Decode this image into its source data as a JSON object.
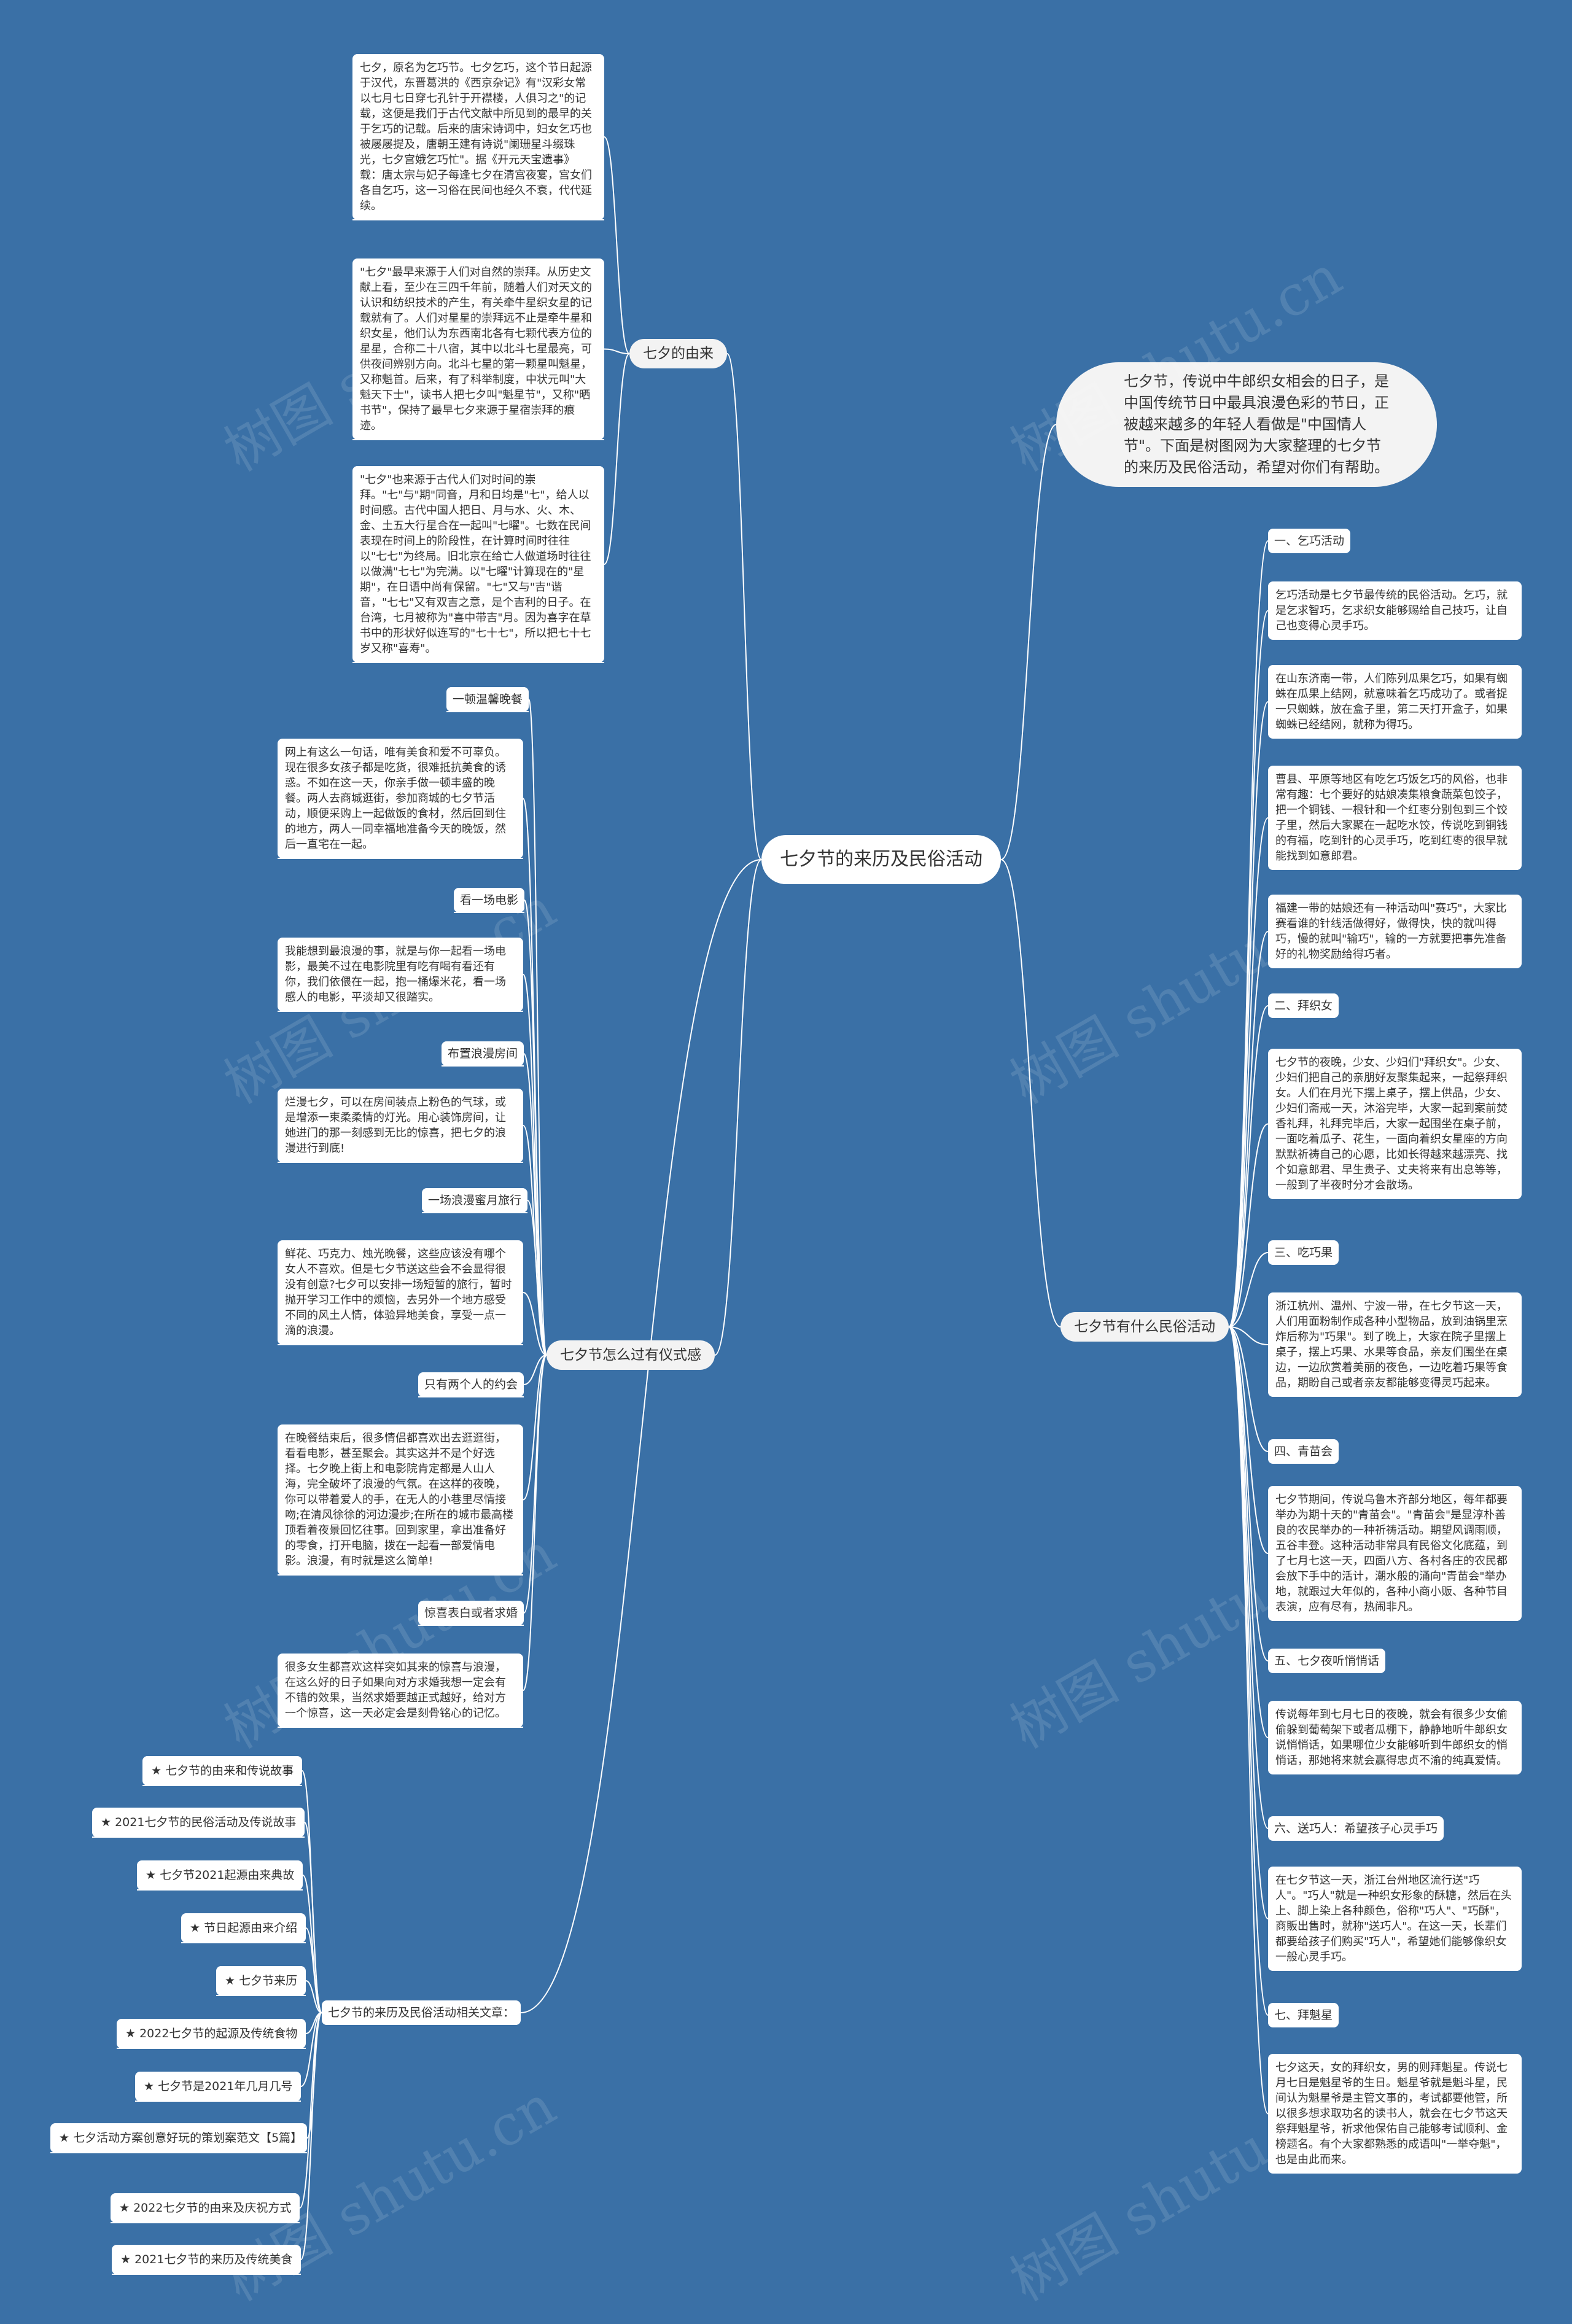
{
  "root": "七夕节的来历及民俗活动",
  "intro": "七夕节，传说中牛郎织女相会的日子，是中国传统节日中最具浪漫色彩的节日，正被越来越多的年轻人看做是\"中国情人节\"。下面是树图网为大家整理的七夕节的来历及民俗活动，希望对你们有帮助。",
  "branches": {
    "origin": {
      "title": "七夕的由来",
      "texts": [
        "七夕，原名为乞巧节。七夕乞巧，这个节日起源于汉代，东晋葛洪的《西京杂记》有\"汉彩女常以七月七日穿七孔针于开襟楼，人俱习之\"的记载，这便是我们于古代文献中所见到的最早的关于乞巧的记载。后来的唐宋诗词中，妇女乞巧也被屡屡提及，唐朝王建有诗说\"阑珊星斗缀珠光，七夕宫娥乞巧忙\"。据《开元天宝遗事》载：唐太宗与妃子每逢七夕在清宫夜宴，宫女们各自乞巧，这一习俗在民间也经久不衰，代代延续。",
        "\"七夕\"最早来源于人们对自然的崇拜。从历史文献上看，至少在三四千年前，随着人们对天文的认识和纺织技术的产生，有关牵牛星织女星的记载就有了。人们对星星的崇拜远不止是牵牛星和织女星，他们认为东西南北各有七颗代表方位的星星，合称二十八宿，其中以北斗七星最亮，可供夜间辨别方向。北斗七星的第一颗星叫魁星，又称魁首。后来，有了科举制度，中状元叫\"大魁天下士\"，读书人把七夕叫\"魁星节\"，又称\"晒书节\"，保持了最早七夕来源于星宿崇拜的痕迹。",
        "\"七夕\"也来源于古代人们对时间的崇拜。\"七\"与\"期\"同音，月和日均是\"七\"，给人以时间感。古代中国人把日、月与水、火、木、金、土五大行星合在一起叫\"七曜\"。七数在民间表现在时间上的阶段性，在计算时间时往往以\"七七\"为终局。旧北京在给亡人做道场时往往以做满\"七七\"为完满。以\"七曜\"计算现在的\"星期\"，在日语中尚有保留。\"七\"又与\"吉\"谐音，\"七七\"又有双吉之意，是个吉利的日子。在台湾，七月被称为\"喜中带吉\"月。因为喜字在草书中的形状好似连写的\"七十七\"，所以把七十七岁又称\"喜寿\"。"
      ]
    },
    "ritual": {
      "title": "七夕节怎么过有仪式感",
      "items": [
        {
          "label": "一顿温馨晚餐",
          "text": "网上有这么一句话，唯有美食和爱不可辜负。现在很多女孩子都是吃货，很难抵抗美食的诱惑。不如在这一天，你亲手做一顿丰盛的晚餐。两人去商城逛街，参加商城的七夕节活动，顺便采购上一起做饭的食材，然后回到住的地方，两人一同幸福地准备今天的晚饭，然后一直宅在一起。"
        },
        {
          "label": "看一场电影",
          "text": "我能想到最浪漫的事，就是与你一起看一场电影，最美不过在电影院里有吃有喝有看还有你，我们依偎在一起，抱一桶爆米花，看一场感人的电影，平淡却又很踏实。"
        },
        {
          "label": "布置浪漫房间",
          "text": "烂漫七夕，可以在房间装点上粉色的气球，或是增添一束柔柔情的灯光。用心装饰房间，让她进门的那一刻感到无比的惊喜，把七夕的浪漫进行到底!"
        },
        {
          "label": "一场浪漫蜜月旅行",
          "text": "鲜花、巧克力、烛光晚餐，这些应该没有哪个女人不喜欢。但是七夕节送这些会不会显得很没有创意?七夕可以安排一场短暂的旅行，暂时抛开学习工作中的烦恼，去另外一个地方感受不同的风土人情，体验异地美食，享受一点一滴的浪漫。"
        },
        {
          "label": "只有两个人的约会",
          "text": "在晚餐结束后，很多情侣都喜欢出去逛逛街，看看电影，甚至聚会。其实这并不是个好选择。七夕晚上街上和电影院肯定都是人山人海，完全破坏了浪漫的气氛。在这样的夜晚，你可以带着爱人的手，在无人的小巷里尽情接吻;在清风徐徐的河边漫步;在所在的城市最高楼顶看着夜景回忆往事。回到家里，拿出准备好的零食，打开电脑，拨在一起看一部爱情电影。浪漫，有时就是这么简单!"
        },
        {
          "label": "惊喜表白或者求婚",
          "text": "很多女生都喜欢这样突如其来的惊喜与浪漫，在这么好的日子如果向对方求婚我想一定会有不错的效果，当然求婚要越正式越好，给对方一个惊喜，这一天必定会是刻骨铭心的记忆。"
        }
      ]
    },
    "related": {
      "title": "七夕节的来历及民俗活动相关文章：",
      "items": [
        "★ 七夕节的由来和传说故事",
        "★ 2021七夕节的民俗活动及传说故事",
        "★ 七夕节2021起源由来典故",
        "★ 节日起源由来介绍",
        "★ 七夕节来历",
        "★ 2022七夕节的起源及传统食物",
        "★ 七夕节是2021年几月几号",
        "★ 七夕活动方案创意好玩的策划案范文【5篇】",
        "★ 2022七夕节的由来及庆祝方式",
        "★ 2021七夕节的来历及传统美食"
      ]
    },
    "customs": {
      "title": "七夕节有什么民俗活动",
      "items": [
        {
          "label": "一、乞巧活动",
          "texts": [
            "乞巧活动是七夕节最传统的民俗活动。乞巧，就是乞求智巧，乞求织女能够赐给自己技巧，让自己也变得心灵手巧。",
            "在山东济南一带，人们陈列瓜果乞巧，如果有蜘蛛在瓜果上结网，就意味着乞巧成功了。或者捉一只蜘蛛，放在盒子里，第二天打开盒子，如果蜘蛛已经结网，就称为得巧。",
            "曹县、平原等地区有吃乞巧饭乞巧的风俗，也非常有趣：七个要好的姑娘凑集粮食蔬菜包饺子，把一个铜钱、一根针和一个红枣分别包到三个饺子里，然后大家聚在一起吃水饺，传说吃到铜钱的有福，吃到针的心灵手巧，吃到红枣的很早就能找到如意郎君。",
            "福建一带的姑娘还有一种活动叫\"赛巧\"，大家比赛看谁的针线活做得好，做得快，快的就叫得巧，慢的就叫\"输巧\"，输的一方就要把事先准备好的礼物奖励给得巧者。"
          ]
        },
        {
          "label": "二、拜织女",
          "texts": [
            "七夕节的夜晚，少女、少妇们\"拜织女\"。少女、少妇们把自己的亲朋好友聚集起来，一起祭拜织女。人们在月光下摆上桌子，摆上供品，少女、少妇们斋戒一天，沐浴完毕，大家一起到案前焚香礼拜，礼拜完毕后，大家一起围坐在桌子前，一面吃着瓜子、花生，一面向着织女星座的方向默默祈祷自己的心愿，比如长得越来越漂亮、找个如意郎君、早生贵子、丈夫将来有出息等等，一般到了半夜时分才会散场。"
          ]
        },
        {
          "label": "三、吃巧果",
          "texts": [
            "浙江杭州、温州、宁波一带，在七夕节这一天，人们用面粉制作成各种小型物品，放到油锅里烹炸后称为\"巧果\"。到了晚上，大家在院子里摆上桌子，摆上巧果、水果等食品，亲友们围坐在桌边，一边欣赏着美丽的夜色，一边吃着巧果等食品，期盼自己或者亲友都能够变得灵巧起来。"
          ]
        },
        {
          "label": "四、青苗会",
          "texts": [
            "七夕节期间，传说乌鲁木齐部分地区，每年都要举办为期十天的\"青苗会\"。\"青苗会\"是显淳朴善良的农民举办的一种祈祷活动。期望风调雨顺，五谷丰登。这种活动非常具有民俗文化底蕴，到了七月七这一天，四面八方、各村各庄的农民都会放下手中的活计，潮水般的涌向\"青苗会\"举办地，就跟过大年似的，各种小商小贩、各种节目表演，应有尽有，热闹非凡。"
          ]
        },
        {
          "label": "五、七夕夜听悄悄话",
          "texts": [
            "传说每年到七月七日的夜晚，就会有很多少女偷偷躲到葡萄架下或者瓜棚下，静静地听牛郎织女说悄悄话，如果哪位少女能够听到牛郎织女的悄悄话，那她将来就会赢得忠贞不渝的纯真爱情。"
          ]
        },
        {
          "label": "六、送巧人：希望孩子心灵手巧",
          "texts": [
            "在七夕节这一天，浙江台州地区流行送\"巧人\"。\"巧人\"就是一种织女形象的酥糖，然后在头上、脚上染上各种颜色，俗称\"巧人\"、\"巧酥\"，商販出售时，就称\"送巧人\"。在这一天，长辈们都要给孩子们购买\"巧人\"，希望她们能够像织女一般心灵手巧。"
          ]
        },
        {
          "label": "七、拜魁星",
          "texts": [
            "七夕这天，女的拜织女，男的则拜魁星。传说七月七日是魁星爷的生日。魁星爷就是魁斗星，民间认为魁星爷是主管文事的，考试都要他管，所以很多想求取功名的读书人，就会在七夕节这天祭拜魁星爷，祈求他保佑自己能够考试顺利、金榜题名。有个大家都熟悉的成语叫\"一举夺魁\"，也是由此而来。"
          ]
        }
      ]
    }
  },
  "watermark": "树图 shutu.cn"
}
